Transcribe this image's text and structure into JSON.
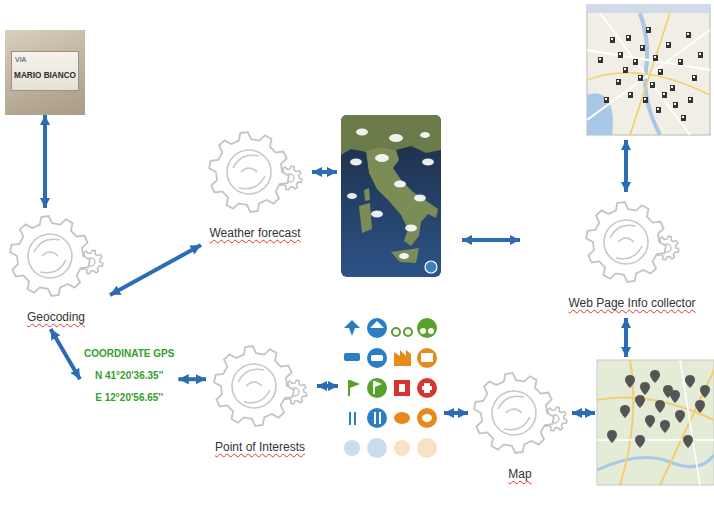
{
  "diagram": {
    "nodes": [
      {
        "text": [
          "VIA",
          "MARIO BIANCO"
        ]
      },
      {
        "text": [
          "Geocoding"
        ]
      },
      {
        "text": [
          "Weather forecast"
        ]
      },
      {
        "text": [
          "COORDINATE GPS",
          "N 41°20'36.35''",
          "E 12°20'56.65''"
        ]
      },
      {
        "text": [
          "Point of Interests"
        ]
      },
      {
        "text": [
          "Map"
        ]
      },
      {
        "text": [
          "Web Page Info collector"
        ]
      }
    ],
    "edges": [
      {
        "from": 0,
        "to": 1,
        "arrow": "both"
      },
      {
        "from": 1,
        "to": 2,
        "arrow": "both"
      },
      {
        "from": 1,
        "to": 3,
        "arrow": "both"
      },
      {
        "from": 3,
        "to": 4,
        "arrow": "both"
      }
    ]
  }
}
